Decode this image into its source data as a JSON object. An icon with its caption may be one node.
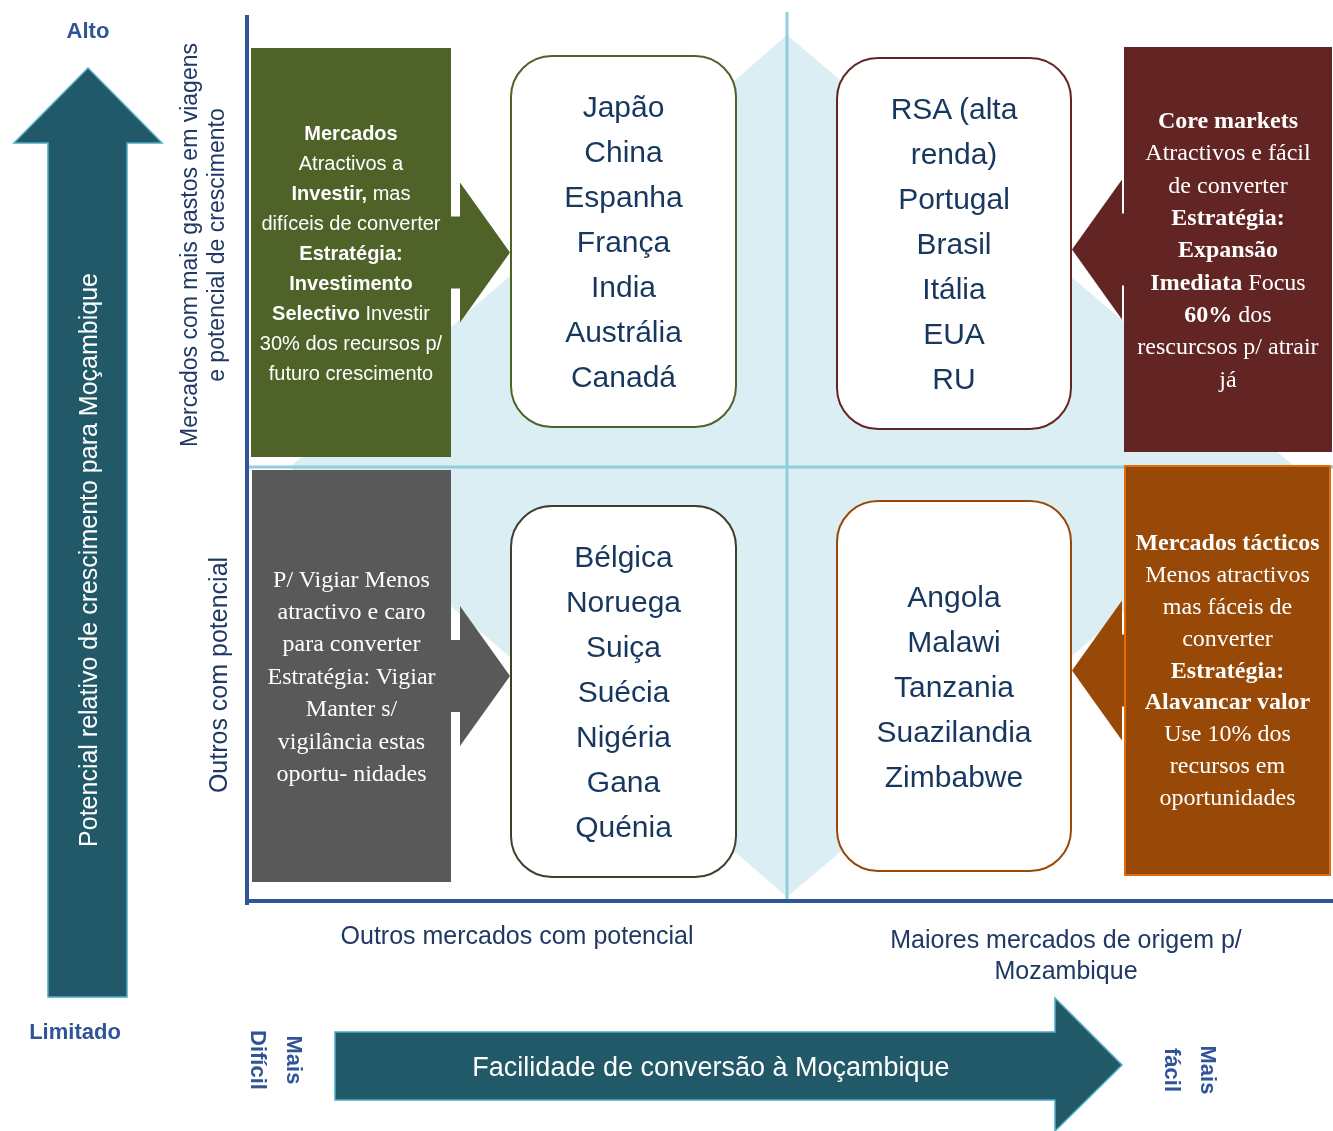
{
  "diagram": {
    "nodes": [
      {
        "text": [
          "**Mercados** Atractivos a **Investir,** mas difíceis de converter",
          "**Estratégia: Investimento Selectivo** Investir 30% dos recursos p/ futuro crescimento"
        ]
      },
      {
        "text": [
          "Japão",
          "China",
          "Espanha",
          "França",
          "India",
          "Austrália",
          "Canadá"
        ]
      },
      {
        "text": [
          "RSA (alta renda)",
          "Portugal",
          "Brasil",
          "Itália",
          "EUA",
          "RU"
        ]
      },
      {
        "text": [
          "**Core markets** Atractivos e fácil de converter",
          "**Estratégia: Expansão Imediata** Focus **60%** dos rescurcsos p/ atrair já"
        ]
      },
      {
        "text": [
          "P/ Vigiar Menos atractivo e caro para converter",
          "Estratégia: Vigiar Manter s/ vigilância estas oportu- nidades"
        ]
      },
      {
        "text": [
          "Bélgica",
          "Noruega",
          "Suiça",
          "Suécia",
          "Nigéria",
          "Gana",
          "Quénia"
        ]
      },
      {
        "text": [
          "Angola",
          "Malawi",
          "Tanzania",
          "Suazilandia",
          "Zimbabwe"
        ]
      },
      {
        "text": [
          "**Mercados tácticos** Menos atractivos mas fáceis de converter",
          "**Estratégia: Alavancar valor** Use 10% dos recursos em oportunidades"
        ]
      }
    ],
    "edges": [
      {
        "from": 0,
        "to": 1,
        "arrow": "to",
        "color": "#4f6228"
      },
      {
        "from": 3,
        "to": 2,
        "arrow": "to",
        "color": "#632523"
      },
      {
        "from": 4,
        "to": 5,
        "arrow": "to",
        "color": "#595959"
      },
      {
        "from": 7,
        "to": 6,
        "arrow": "to",
        "color": "#984807"
      }
    ],
    "labels": [
      "Alto",
      "Potencial relativo de crescimento para Moçambique",
      "Mercados com mais gastos em viagens e potencial de crescimento",
      "Outros com potencial",
      "Outros mercados com potencial",
      "Maiores mercados de origem p/ Mozambique",
      "Limitado",
      "Mais Difícil",
      "Facilidade de conversão à Moçambique",
      "Mais fácil"
    ]
  }
}
